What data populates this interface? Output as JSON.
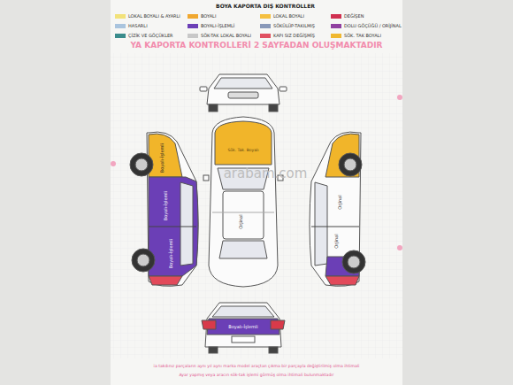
{
  "diagram": {
    "title": "BOYA KAPORTA DIŞ KONTROLLER",
    "labels": [
      "YA KAPORTA KONTROLLERİ 2 SAYFADAN OLUŞMAKTADIR",
      "arabam.com",
      "Sök. Tak. Boyalı",
      "Orjinal",
      "Boyalı-İşlemli",
      "Boyalı-İşlemli",
      "Boyalı-İşlemli",
      "Orjinal",
      "Orjinal",
      "Boyalı-İşlemli",
      "ia takdınız parçaların aynı yıl aynı marka model araçtan çıkma bir parçayla değiştirilmiş olma ihtimali",
      "Ayar yapmış veya aracın sök-tak işlemi görmüş olma ihtimali bulunmaktadır"
    ],
    "legend": [
      {
        "text": "LOKAL BOYALI & AYARLI",
        "color": "#f2e27a"
      },
      {
        "text": "HASARLI",
        "color": "#a9c4de"
      },
      {
        "text": "ÇİZİK VE GÖÇÜKLER",
        "color": "#3a8c8c"
      },
      {
        "text": "BOYALI",
        "color": "#f0a830"
      },
      {
        "text": "BOYALI-İŞLEMLİ",
        "color": "#6b3fb6"
      },
      {
        "text": "SÖK-TAK LOKAL BOYALI",
        "color": "#c8c8c8"
      },
      {
        "text": "LOKAL BOYALI",
        "color": "#f5c040"
      },
      {
        "text": "SÖKÜLÜP-TAKILMIŞ",
        "color": "#8898b8"
      },
      {
        "text": "KAPI SIZ DEĞİŞMİŞ",
        "color": "#e05060"
      },
      {
        "text": "DEĞİŞEN",
        "color": "#d03050"
      },
      {
        "text": "DOLU GÖÇÜĞÜ / ORİJİNAL",
        "color": "#9040a0"
      },
      {
        "text": "SÖK. TAK BOYALI",
        "color": "#f0b830"
      }
    ]
  }
}
